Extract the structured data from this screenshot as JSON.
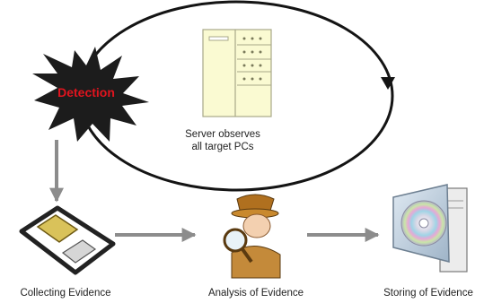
{
  "diagram": {
    "detection_label": "Detection",
    "server_caption_line1": "Server observes",
    "server_caption_line2": "all target PCs",
    "collecting_label": "Collecting Evidence",
    "analysis_label": "Analysis of Evidence",
    "storing_label": "Storing of Evidence"
  },
  "icons": {
    "detection": "red-explosion-burst-icon",
    "server": "server-tower-icon",
    "collecting": "floppy-disk-icon",
    "analysis": "detective-magnifier-icon",
    "storing": "cd-case-computer-icon"
  },
  "colors": {
    "burst_fill": "#1c1c1c",
    "burst_text": "#e0141e",
    "loop_stroke": "#141414",
    "flow_arrow": "#8c8c8c",
    "server_fill": "#fafad2"
  }
}
